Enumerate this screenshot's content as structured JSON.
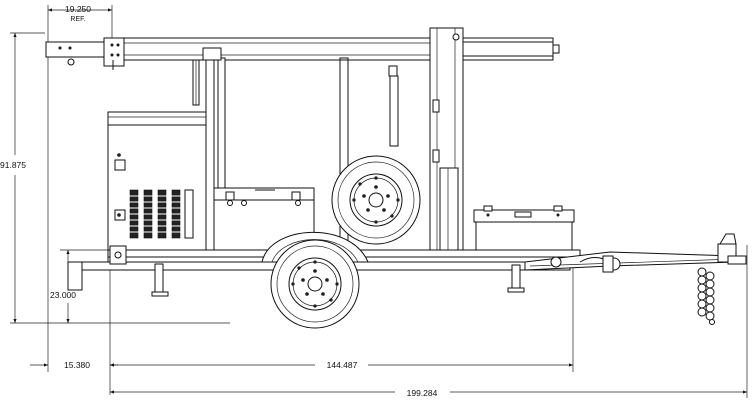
{
  "dimensions": {
    "top_reference": "19.250",
    "top_reference_note": "REF.",
    "overall_height": "91.875",
    "hitch_height": "23.000",
    "front_offset": "15.380",
    "axle_to_hitch": "144.487",
    "overall_length": "199.284"
  }
}
